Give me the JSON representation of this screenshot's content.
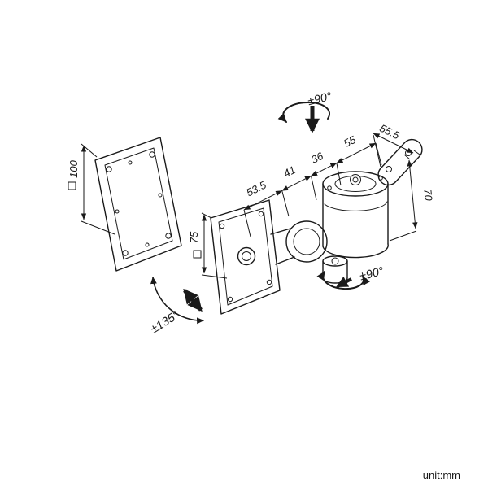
{
  "meta": {
    "unit": "unit:mm"
  },
  "colors": {
    "line": "#1a1a1a",
    "background": "#ffffff"
  },
  "dims": {
    "d100": "100",
    "d75": "75",
    "d53_5": "53.5",
    "d41": "41",
    "d36": "36",
    "d55": "55",
    "d55_5": "55.5",
    "d70": "70"
  },
  "rotations": {
    "top": "±90°",
    "side": "±90°",
    "tilt": "±135°"
  }
}
